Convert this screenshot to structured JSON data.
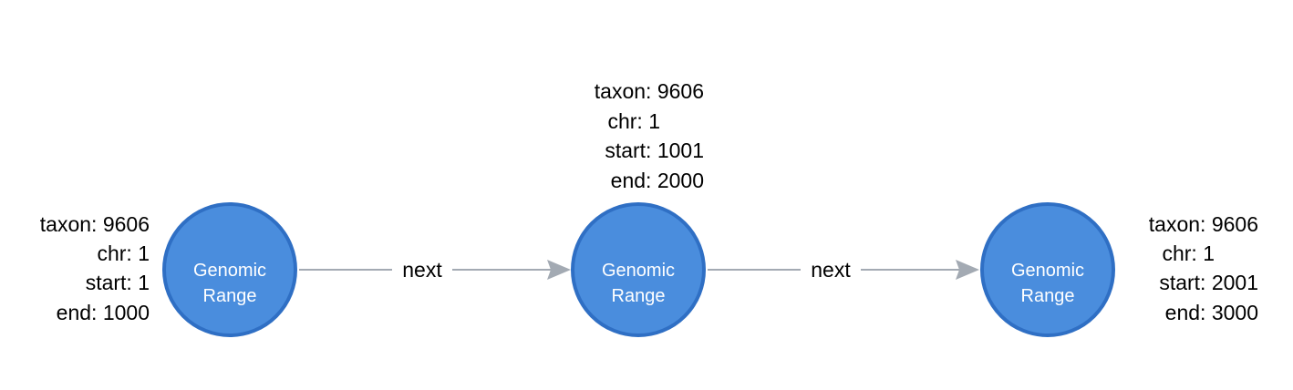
{
  "nodes": [
    {
      "label_lines": [
        "Genomic",
        "Range"
      ],
      "properties": [
        {
          "key": "taxon",
          "value": "9606"
        },
        {
          "key": "chr",
          "value": "1"
        },
        {
          "key": "start",
          "value": "1"
        },
        {
          "key": "end",
          "value": "1000"
        }
      ]
    },
    {
      "label_lines": [
        "Genomic",
        "Range"
      ],
      "properties": [
        {
          "key": "taxon",
          "value": "9606"
        },
        {
          "key": "chr",
          "value": "1"
        },
        {
          "key": "start",
          "value": "1001"
        },
        {
          "key": "end",
          "value": "2000"
        }
      ]
    },
    {
      "label_lines": [
        "Genomic",
        "Range"
      ],
      "properties": [
        {
          "key": "taxon",
          "value": "9606"
        },
        {
          "key": "chr",
          "value": "1"
        },
        {
          "key": "start",
          "value": "2001"
        },
        {
          "key": "end",
          "value": "3000"
        }
      ]
    }
  ],
  "edges": [
    {
      "from": 0,
      "to": 1,
      "label": "next"
    },
    {
      "from": 1,
      "to": 2,
      "label": "next"
    }
  ],
  "colors": {
    "node_fill": "#4a8ddd",
    "node_stroke": "#2f6fc4",
    "edge": "#a3aab3"
  }
}
